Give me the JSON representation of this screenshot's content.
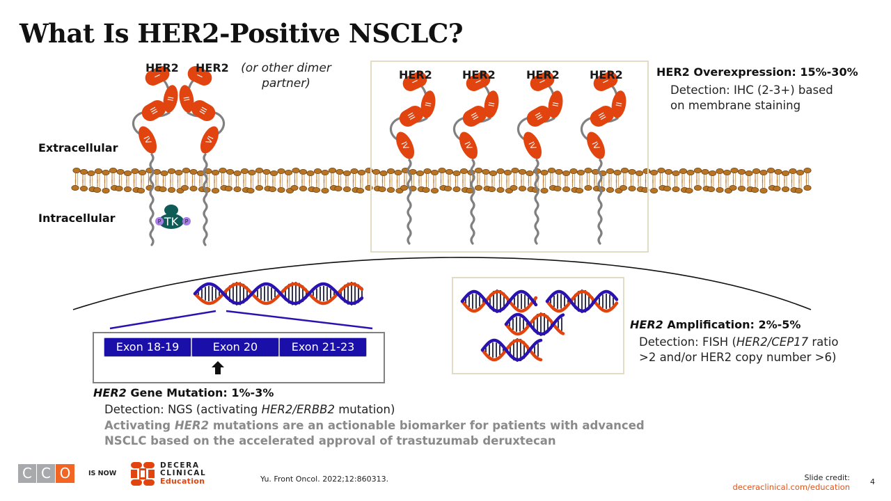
{
  "slide": {
    "title": "What Is HER2-Positive NSCLC?",
    "page_number": "4"
  },
  "membrane_labels": {
    "extracellular": "Extracellular",
    "intracellular": "Intracellular"
  },
  "dimer": {
    "left_label": "HER2",
    "right_label": "HER2",
    "note": [
      "(or other dimer",
      "partner)"
    ],
    "kinase_label": "TK",
    "phospho_label": "P",
    "domains": [
      "I",
      "II",
      "III",
      "IV"
    ]
  },
  "overexpression": {
    "receptor_labels": [
      "HER2",
      "HER2",
      "HER2",
      "HER2"
    ],
    "heading": "HER2 Overexpression: 15%-30%",
    "detection_lines": [
      "Detection: IHC (2-3+) based",
      "on membrane staining"
    ]
  },
  "mutation": {
    "exons": [
      "Exon 18-19",
      "Exon 20",
      "Exon 21-23"
    ],
    "heading_italic": "HER2",
    "heading_rest": " Gene Mutation: 1%-3%",
    "detection_prefix": "Detection: NGS (activating ",
    "detection_italic": "HER2/ERBB2",
    "detection_suffix": " mutation)",
    "note_prefix": "Activating ",
    "note_italic": "HER2",
    "note_line1_rest": " mutations are an actionable biomarker for patients with advanced",
    "note_line2": "NSCLC based on the accelerated approval of trastuzumab deruxtecan"
  },
  "amplification": {
    "heading_italic": "HER2",
    "heading_rest": " Amplification: 2%-5%",
    "detection_prefix": "Detection: FISH (",
    "detection_italic": "HER2/CEP17",
    "detection_suffix": " ratio",
    "detection_line2": ">2 and/or HER2 copy number >6)"
  },
  "footer": {
    "cco_letters": [
      "C",
      "C",
      "O"
    ],
    "is_now": "IS NOW",
    "brand_line1": "DECERA",
    "brand_line2": "CLINICAL",
    "brand_line3": "Education",
    "citation": "Yu. Front Oncol. 2022;12:860313.",
    "credit_label": "Slide credit:",
    "credit_link": "deceraclinical.com/education"
  },
  "colors": {
    "domain_orange": "#e2440f",
    "linker_grey": "#808080",
    "lipid_head": "#b87423",
    "lipid_tail": "#b8742a",
    "kinase_teal": "#0f5c57",
    "phospho_purple": "#a77ee8",
    "dna_blue": "#2a12b0",
    "dna_orange": "#e2440f",
    "exon_blue": "#1a0fa8",
    "box_border": "#e2dcc4",
    "brand_orange": "#e0541b"
  }
}
